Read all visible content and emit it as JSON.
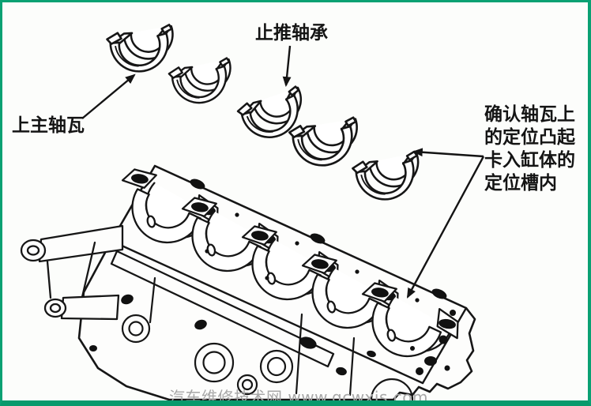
{
  "callouts": [
    {
      "id": "upper-main-bearing",
      "text": "上主轴瓦"
    },
    {
      "id": "thrust-bearing",
      "text": "止推轴承"
    },
    {
      "id": "locating-lug-note",
      "lines": [
        "确认轴瓦上",
        "的定位凸起",
        "卡入缸体的",
        "定位槽内"
      ]
    }
  ],
  "watermark": {
    "text": "汽车维修技术网 www.qcwxjs.com",
    "color": "#A8A8A8"
  },
  "figure": {
    "subject": "engine cylinder block with upper main bearing shells",
    "bearing_shells": 5,
    "bearing_saddles": 5,
    "ink_color": "#161616",
    "border_color": "#0AA173",
    "background": "#FCFDFB"
  }
}
